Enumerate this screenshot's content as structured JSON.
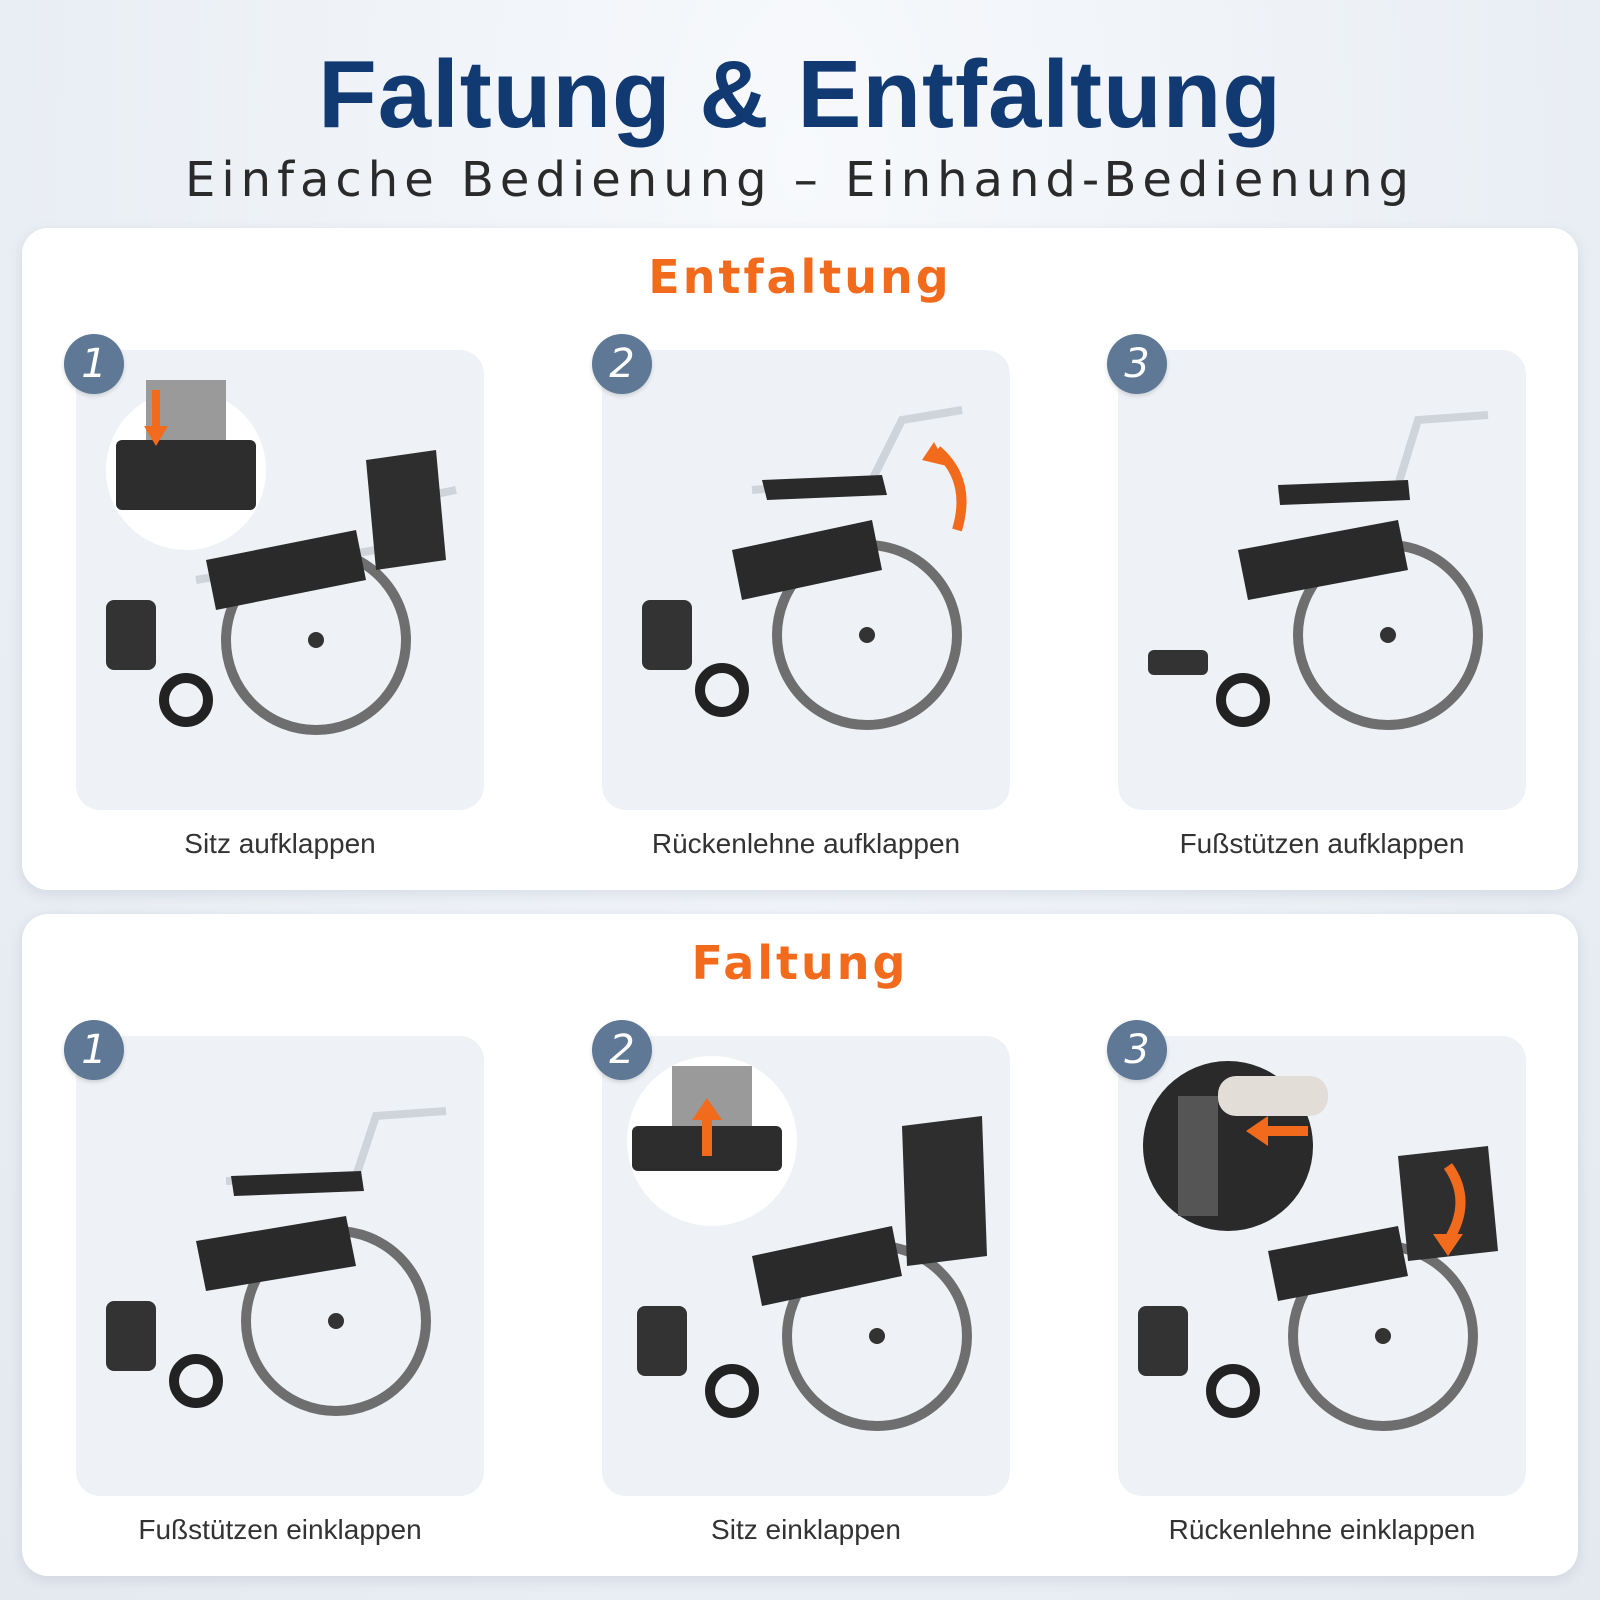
{
  "header": {
    "title": "Faltung & Entfaltung",
    "subtitle": "Einfache Bedienung – Einhand-Bedienung"
  },
  "sections": [
    {
      "title": "Entfaltung",
      "steps": [
        {
          "number": "1",
          "caption": "Sitz aufklappen"
        },
        {
          "number": "2",
          "caption": "Rückenlehne aufklappen"
        },
        {
          "number": "3",
          "caption": "Fußstützen aufklappen"
        }
      ]
    },
    {
      "title": "Faltung",
      "steps": [
        {
          "number": "1",
          "caption": "Fußstützen einklappen"
        },
        {
          "number": "2",
          "caption": "Sitz einklappen"
        },
        {
          "number": "3",
          "caption": "Rückenlehne einklappen"
        }
      ]
    }
  ],
  "colors": {
    "title": "#123a72",
    "accent": "#f26b1d",
    "badge": "#5e7895",
    "card": "#eef2f6"
  },
  "icons": {
    "step_image": "wheelchair-icon",
    "arrow": "arrow-icon"
  }
}
